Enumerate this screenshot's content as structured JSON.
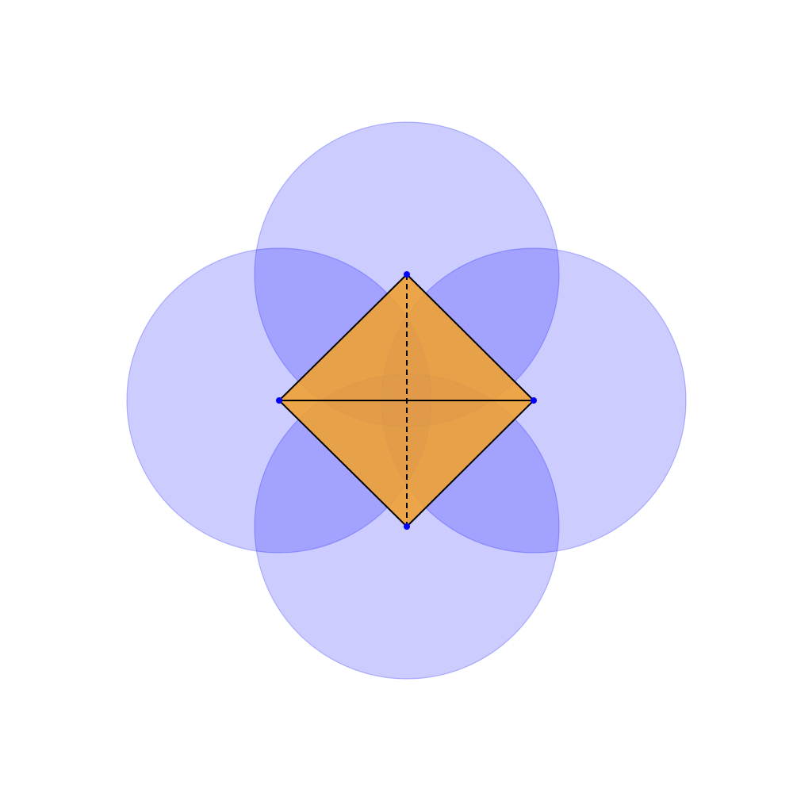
{
  "diagram": {
    "vertices": [
      {
        "id": "top"
      },
      {
        "id": "right"
      },
      {
        "id": "bottom"
      },
      {
        "id": "left"
      }
    ],
    "edges": [
      {
        "from": "top",
        "to": "right",
        "style": "solid"
      },
      {
        "from": "right",
        "to": "bottom",
        "style": "solid"
      },
      {
        "from": "bottom",
        "to": "left",
        "style": "solid"
      },
      {
        "from": "left",
        "to": "top",
        "style": "solid"
      },
      {
        "from": "left",
        "to": "right",
        "style": "solid"
      },
      {
        "from": "top",
        "to": "bottom",
        "style": "dashed"
      }
    ],
    "circles_centered_on": [
      "top",
      "right",
      "bottom",
      "left"
    ],
    "colors": {
      "background": "#ffffff",
      "circle_fill": "#0000ff",
      "circle_stroke": "#0000ff",
      "polygon_fill": "#f0a030",
      "edge": "#000000",
      "vertex": "#0000ff"
    }
  }
}
